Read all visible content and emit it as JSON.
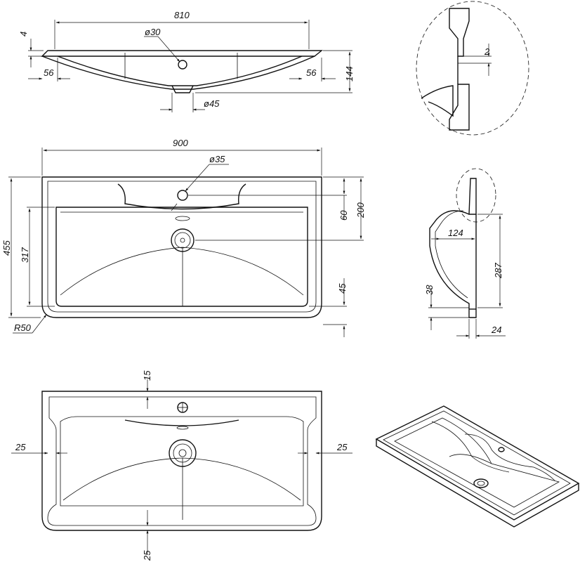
{
  "colors": {
    "line": "#111111",
    "background": "#ffffff"
  },
  "dimensions": {
    "top_width": "810",
    "top_thickness": "4",
    "tap_hole_d30": "ø30",
    "rim_left": "56",
    "rim_right": "56",
    "height": "144",
    "drain_d45": "ø45",
    "overall_width": "900",
    "tap_hole_d35": "ø35",
    "depth": "455",
    "basin_depth": "317",
    "tap_offset": "60",
    "basin_offset": "200",
    "front_offset": "45",
    "corner_radius": "R50",
    "detail_wall": "2",
    "section_124": "124",
    "section_287": "287",
    "section_38": "38",
    "section_24": "24",
    "bottom_15": "15",
    "bottom_25_left": "25",
    "bottom_25_right": "25",
    "bottom_25_front": "25"
  }
}
